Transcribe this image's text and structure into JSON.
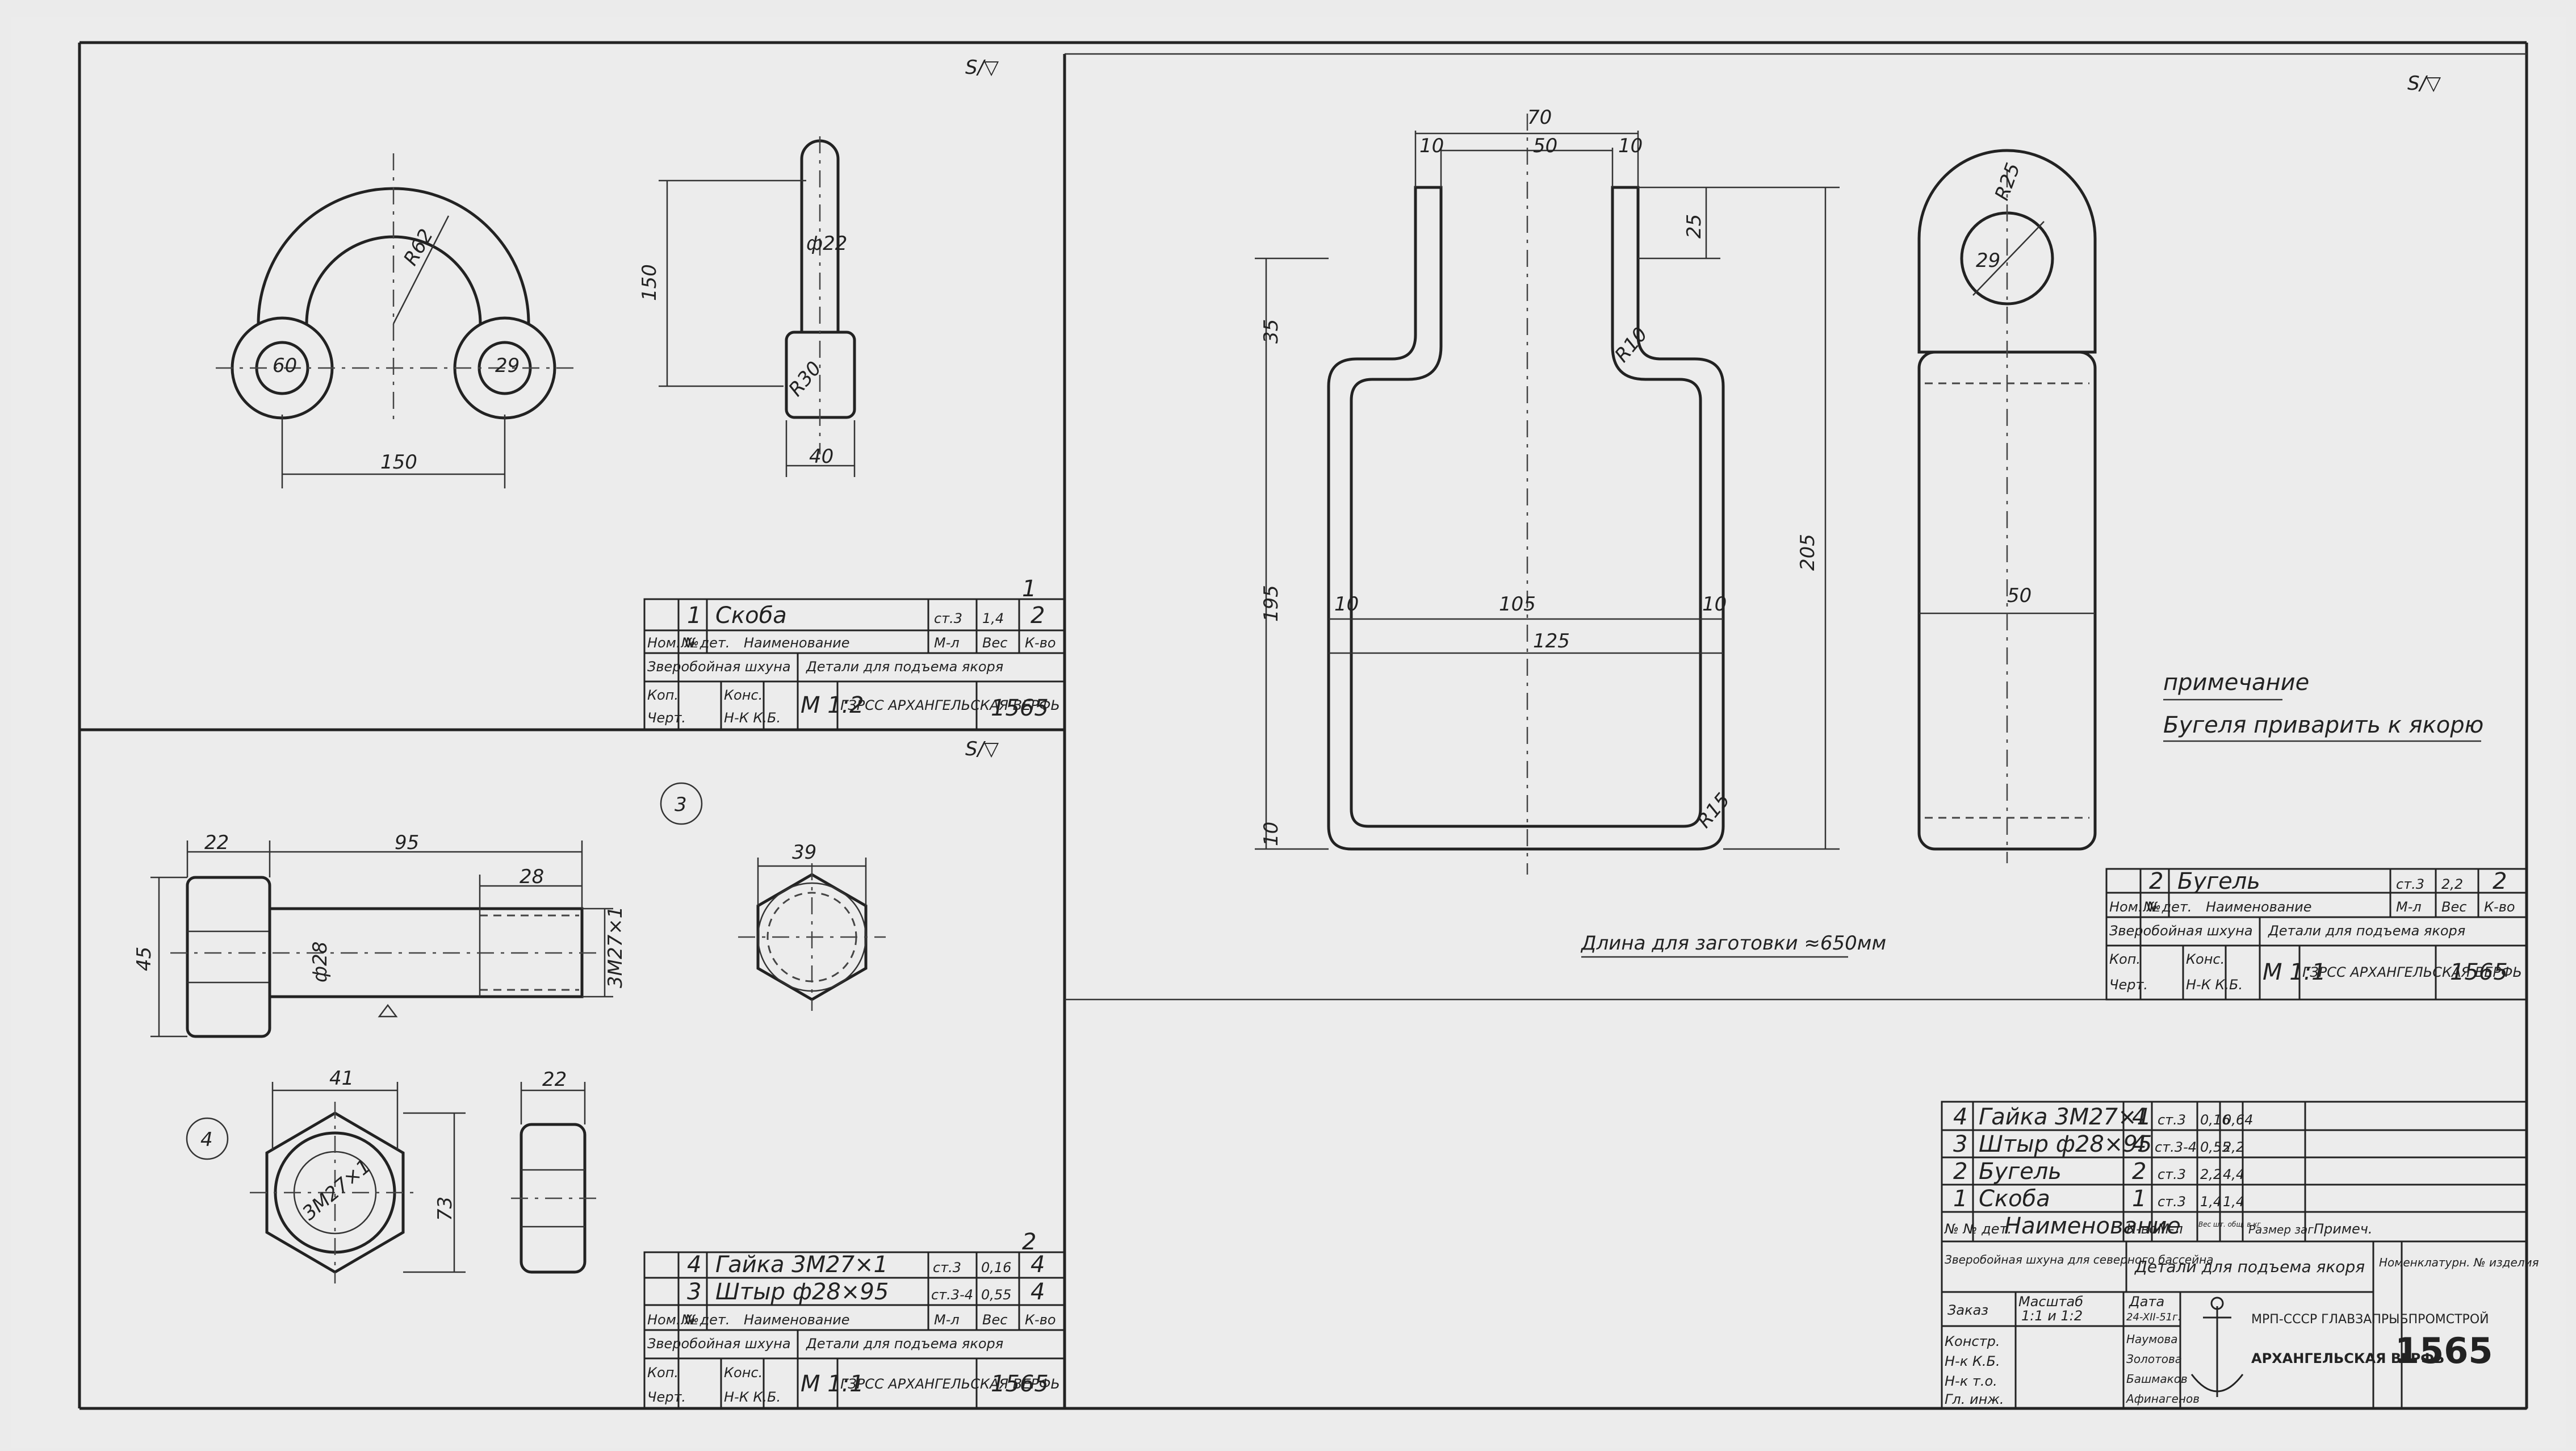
{
  "finish_mark": "S/▽",
  "part1": {
    "dims": {
      "r_outer": "R62",
      "eye_d": "60",
      "eye_hole": "29",
      "span": "150",
      "height": "150",
      "shank_d": "ф22",
      "r_base": "R30",
      "base_w": "40"
    }
  },
  "part2": {
    "dims": {
      "total_w": "70",
      "inner_w": "50",
      "leg_l": "10",
      "leg_r": "10",
      "top_cut": "25",
      "left_upper": "35",
      "fillet_r": "R10",
      "left_lower": "195",
      "total_h": "205",
      "inner_leg_l": "10",
      "inner_105": "105",
      "inner_leg_r": "10",
      "width_125": "125",
      "bottom_10": "10",
      "corner_r": "R15",
      "side_w": "50",
      "eye_d": "29",
      "eye_r": "R25"
    },
    "blank_note": "Длина для заготовки ≈650мм"
  },
  "note": {
    "title": "примечание",
    "text": "Бугеля приварить к якорю"
  },
  "part3": {
    "number": "3",
    "dims": {
      "head_l": "22",
      "length": "95",
      "thread_l": "28",
      "head_h": "45",
      "shank_d": "ф28",
      "thread": "3М27×1",
      "hex_w": "39"
    }
  },
  "part4": {
    "number": "4",
    "dims": {
      "hex_w": "41",
      "thread": "3М27×1",
      "height": "73",
      "thick": "22"
    }
  },
  "tb1": {
    "sheet_no": "1",
    "row": {
      "num": "1",
      "name": "Скоба",
      "mat": "ст.3",
      "w1": "1,4",
      "qty": "2"
    },
    "hdr": {
      "nom": "Ном. №",
      "det": "№ дет.",
      "name": "Наименование",
      "mat": "М-л",
      "wt": "Вес",
      "k": "К-во"
    },
    "org1": "Зверобойная шхуна",
    "title": "Детали для подъема якоря",
    "kop": "Коп.",
    "cher": "Черт.",
    "kons": "Конс.",
    "nk": "Н-К К.Б.",
    "scale": "М 1:2",
    "shipyard": "ГЗРСС АРХАНГЕЛЬСКАЯ ВЕРФЬ",
    "code": "1565"
  },
  "tb2": {
    "row": {
      "num": "2",
      "name": "Бугель",
      "mat": "ст.3",
      "w1": "2,2",
      "qty": "2"
    },
    "hdr": {
      "nom": "Ном. №",
      "det": "№ дет.",
      "name": "Наименование",
      "mat": "М-л",
      "wt": "Вес",
      "k": "К-во"
    },
    "org1": "Зверобойная шхуна",
    "title": "Детали для подъема якоря",
    "kop": "Коп.",
    "cher": "Черт.",
    "kons": "Конс.",
    "nk": "Н-К К.Б.",
    "scale": "М 1:1",
    "shipyard": "ГЗРСС АРХАНГЕЛЬСКАЯ ВЕРФЬ",
    "code": "1565"
  },
  "tb3": {
    "sheet_no": "2",
    "rows": [
      {
        "num": "4",
        "name": "Гайка 3М27×1",
        "mat": "ст.3",
        "w1": "0,16",
        "qty": "4"
      },
      {
        "num": "3",
        "name": "Штыр ф28×95",
        "mat": "ст.3-4",
        "w1": "0,55",
        "qty": "4"
      }
    ],
    "hdr": {
      "nom": "Ном. №",
      "det": "№ дет.",
      "name": "Наименование",
      "mat": "М-л",
      "wt": "Вес",
      "k": "К-во"
    },
    "org1": "Зверобойная шхуна",
    "title": "Детали для подъема якоря",
    "kop": "Коп.",
    "cher": "Черт.",
    "kons": "Конс.",
    "nk": "Н-К К.Б.",
    "scale": "М 1:1",
    "shipyard": "ГЗРСС АРХАНГЕЛЬСКАЯ ВЕРФЬ",
    "code": "1565"
  },
  "main_tb": {
    "rows": [
      {
        "num": "4",
        "name": "Гайка 3М27×1",
        "qty": "4",
        "mat": "ст.3",
        "w1": "0,16",
        "w2": "0,64"
      },
      {
        "num": "3",
        "name": "Штыр ф28×95",
        "qty": "4",
        "mat": "ст.3-4",
        "w1": "0,55",
        "w2": "2,2"
      },
      {
        "num": "2",
        "name": "Бугель",
        "qty": "2",
        "mat": "ст.3",
        "w1": "2,2",
        "w2": "4,4"
      },
      {
        "num": "1",
        "name": "Скоба",
        "qty": "1",
        "mat": "ст.3",
        "w1": "1,4",
        "w2": "1,4"
      }
    ],
    "hdr": {
      "det": "№ № дет.",
      "name": "Наименование",
      "kvo": "К-во",
      "mat": "М-л",
      "wt": "Вес шт. общ. в кг",
      "size": "Размер заг.",
      "note": "Примеч."
    },
    "org": "Зверобойная шхуна для северного бассейна",
    "title": "Детали для подъема якоря",
    "nomen": "Номенклатурн. № изделия",
    "zakaz": "Заказ",
    "scale_lbl": "Масштаб",
    "scale": "1:1 и 1:2",
    "date_lbl": "Дата",
    "date": "24-XII-51г.",
    "konstr": "Констр.",
    "nkkb": "Н-к К.Б.",
    "nkto": "Н-к т.о.",
    "glinzh": "Гл. инж.",
    "names": [
      "Наумова",
      "Золотова",
      "Башмаков",
      "Афинагенов"
    ],
    "ministry": "МРП-СССР ГЛАВЗАПРЫБПРОМСТРОЙ",
    "shipyard": "АРХАНГЕЛЬСКАЯ ВЕРФЬ",
    "code": "1565"
  }
}
